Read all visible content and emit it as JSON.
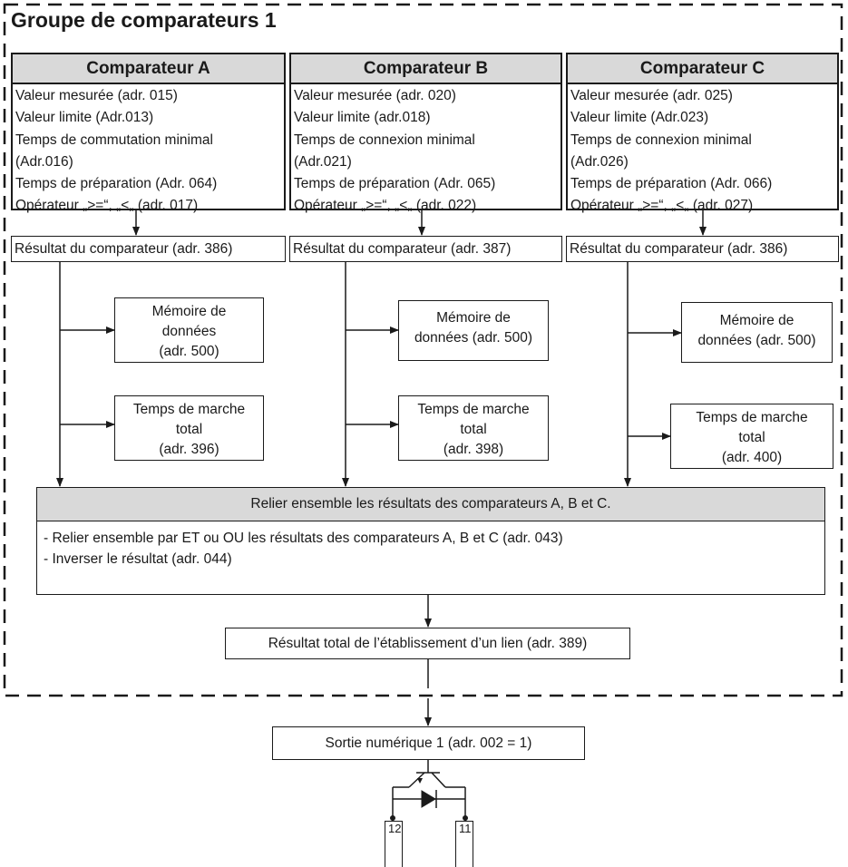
{
  "group": {
    "title": "Groupe de comparateurs 1"
  },
  "comparators": [
    {
      "title": "Comparateur A",
      "params": [
        "Valeur mesurée (adr. 015)",
        "Valeur limite (Adr.013)",
        "Temps de commutation minimal",
        "(Adr.016)",
        "Temps de préparation (Adr. 064)",
        "Opérateur „>=“, „<„ (adr. 017)"
      ],
      "result": "Résultat du comparateur (adr. 386)",
      "memory": [
        "Mémoire de",
        "données",
        "(adr. 500)"
      ],
      "runtime": [
        "Temps de marche",
        "total",
        "(adr. 396)"
      ]
    },
    {
      "title": "Comparateur B",
      "params": [
        "Valeur mesurée (adr. 020)",
        "Valeur limite (adr.018)",
        "Temps de connexion minimal",
        "(Adr.021)",
        "Temps de préparation (Adr. 065)",
        "Opérateur „>=“, „<„ (adr. 022)"
      ],
      "result": "Résultat du comparateur (adr. 387)",
      "memory": [
        "Mémoire de",
        "données (adr. 500)"
      ],
      "runtime": [
        "Temps de marche",
        "total",
        "(adr. 398)"
      ]
    },
    {
      "title": "Comparateur C",
      "params": [
        "Valeur mesurée (adr. 025)",
        "Valeur limite (Adr.023)",
        "Temps de connexion minimal",
        "(Adr.026)",
        "Temps de préparation (Adr. 066)",
        "Opérateur „>=“, „<„ (adr. 027)"
      ],
      "result": "Résultat du comparateur (adr. 386)",
      "memory": [
        "Mémoire de",
        "données (adr. 500)"
      ],
      "runtime": [
        "Temps de marche",
        "total",
        "(adr. 400)"
      ]
    }
  ],
  "link": {
    "title": "Relier ensemble les résultats des comparateurs A, B et C.",
    "items": [
      "- Relier ensemble par ET ou OU les résultats des comparateurs A, B et C (adr. 043)",
      "- Inverser le résultat (adr. 044)"
    ]
  },
  "total_result": "Résultat total de l’établissement d’un lien (adr. 389)",
  "digital_output": "Sortie numérique 1 (adr. 002 = 1)",
  "pins": [
    "12",
    "11"
  ]
}
